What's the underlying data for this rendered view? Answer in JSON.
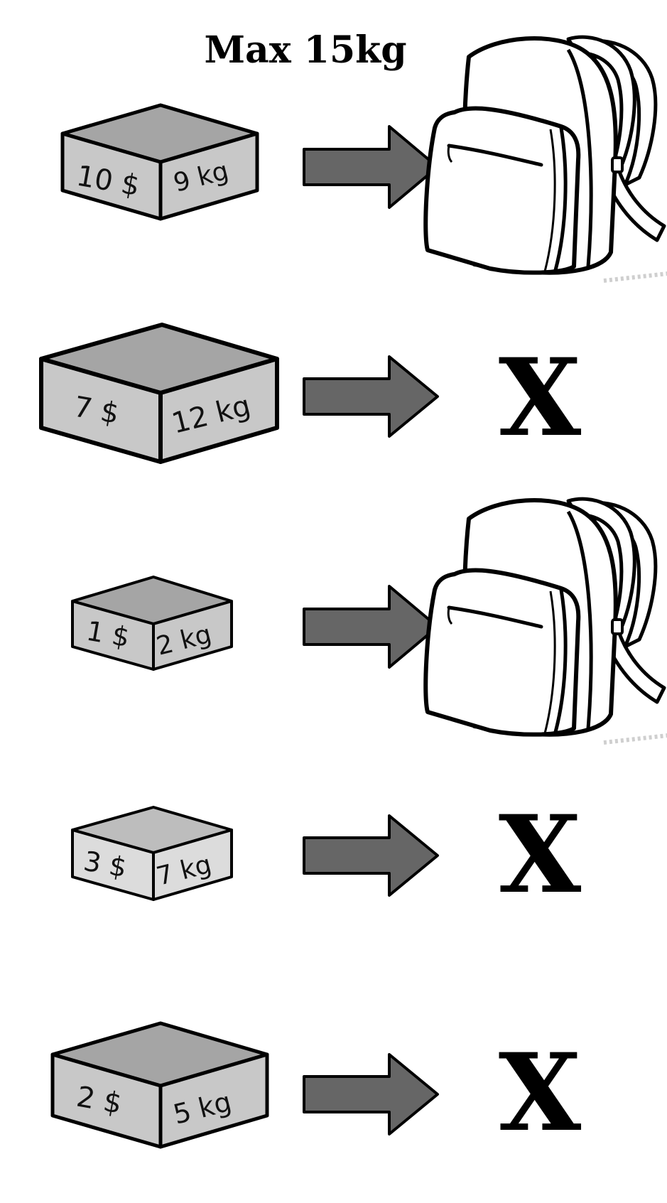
{
  "title": "Max 15kg",
  "colors": {
    "box_top_dark": "#a5a5a5",
    "box_top_light": "#bdbdbd",
    "box_side_dark": "#c8c8c8",
    "box_side_light": "#dcdcdc",
    "outline": "#000000",
    "arrow_fill": "#666666"
  },
  "rows": [
    {
      "value": "10 $",
      "weight": "9 kg",
      "outcome_icon": "backpack-icon",
      "outcome_text": ""
    },
    {
      "value": "7 $",
      "weight": "12 kg",
      "outcome_icon": "cross-icon",
      "outcome_text": "X"
    },
    {
      "value": "1 $",
      "weight": "2 kg",
      "outcome_icon": "backpack-icon",
      "outcome_text": ""
    },
    {
      "value": "3 $",
      "weight": "7 kg",
      "outcome_icon": "cross-icon",
      "outcome_text": "X"
    },
    {
      "value": "2 $",
      "weight": "5 kg",
      "outcome_icon": "cross-icon",
      "outcome_text": "X"
    }
  ]
}
